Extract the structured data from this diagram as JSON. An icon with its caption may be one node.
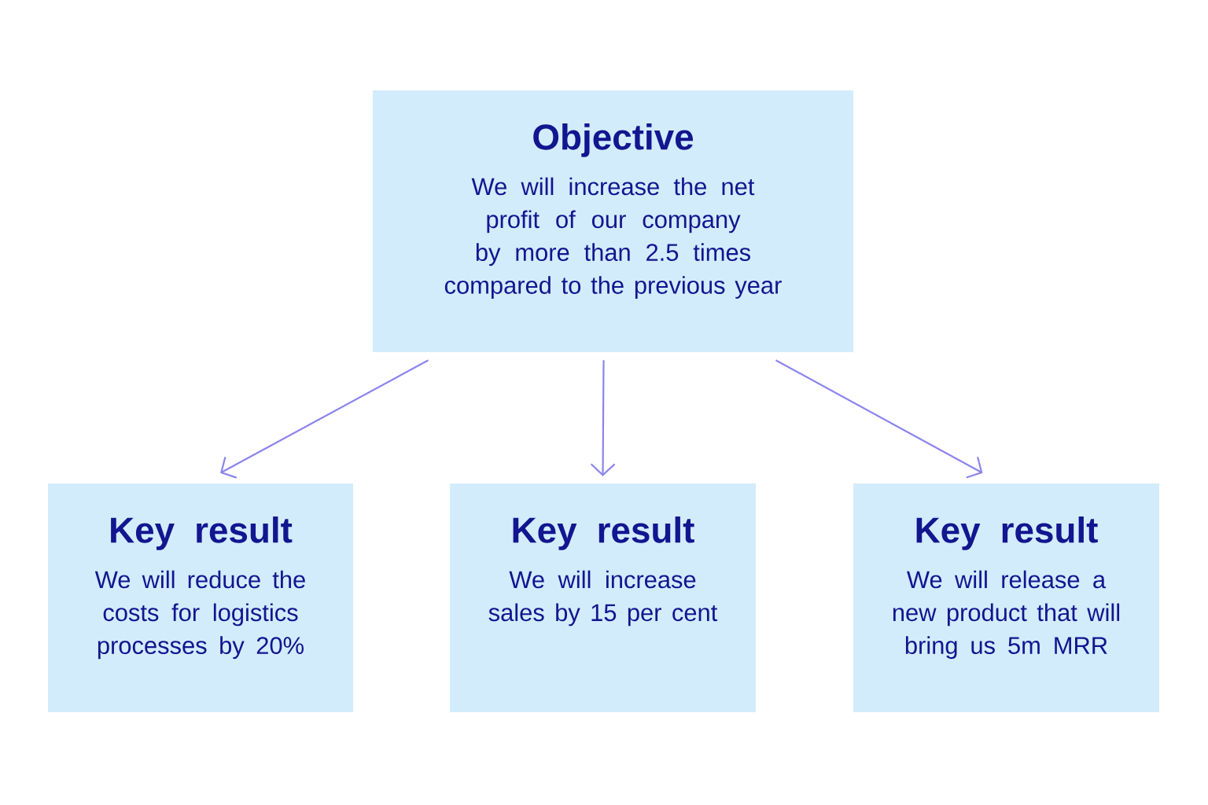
{
  "diagram": {
    "nodes": [
      {
        "text": [
          "Objective",
          "We will increase the net profit of our company by more than 2.5 times compared to the previous year"
        ]
      },
      {
        "text": [
          "Key result",
          "We will reduce the costs for logistics processes by 20%"
        ]
      },
      {
        "text": [
          "Key result",
          "We will increase sales by 15 per cent"
        ]
      },
      {
        "text": [
          "Key result",
          "We will release a new product that will bring us 5m MRR"
        ]
      }
    ],
    "edges": [
      {
        "from": 0,
        "to": 1,
        "arrow": "to"
      },
      {
        "from": 0,
        "to": 2,
        "arrow": "to"
      },
      {
        "from": 0,
        "to": 3,
        "arrow": "to"
      }
    ]
  }
}
